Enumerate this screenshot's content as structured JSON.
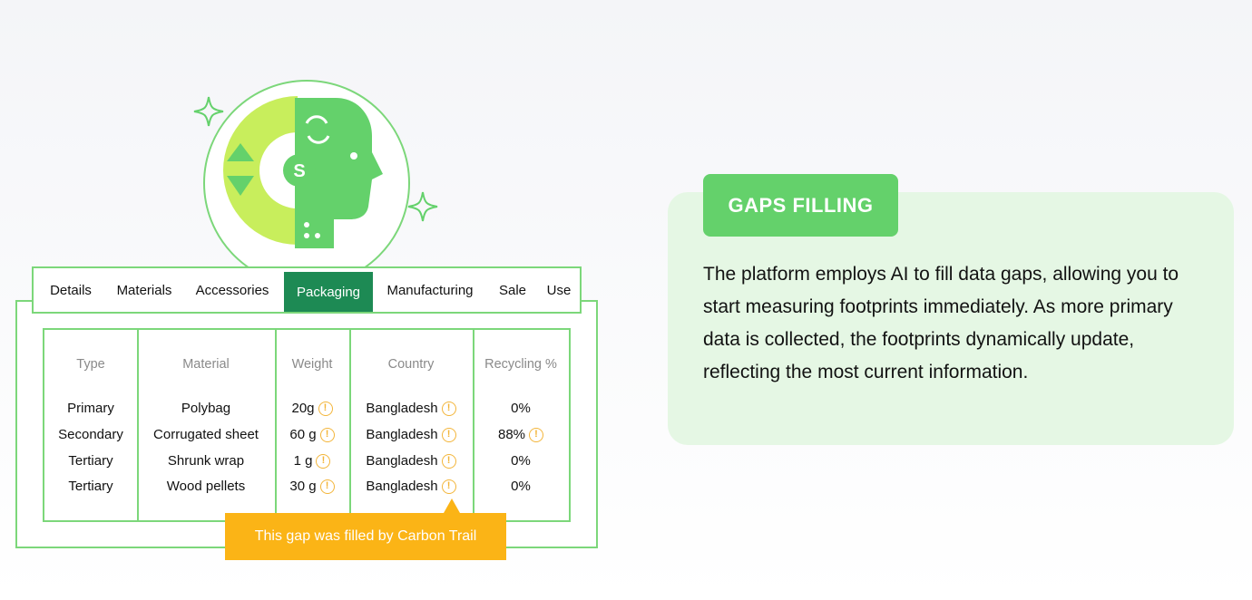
{
  "tabs": [
    "Details",
    "Materials",
    "Accessories",
    "Packaging",
    "Manufacturing",
    "Sale",
    "Use"
  ],
  "active_tab": "Packaging",
  "table": {
    "headers": [
      "Type",
      "Material",
      "Weight",
      "Country",
      "Recycling %"
    ],
    "rows": [
      {
        "type": "Primary",
        "material": "Polybag",
        "weight": "20g",
        "weight_filled": true,
        "country": "Bangladesh",
        "country_filled": true,
        "recycling": "0%",
        "recycling_filled": false
      },
      {
        "type": "Secondary",
        "material": "Corrugated sheet",
        "weight": "60 g",
        "weight_filled": true,
        "country": "Bangladesh",
        "country_filled": true,
        "recycling": "88%",
        "recycling_filled": true
      },
      {
        "type": "Tertiary",
        "material": "Shrunk wrap",
        "weight": "1 g",
        "weight_filled": true,
        "country": "Bangladesh",
        "country_filled": true,
        "recycling": "0%",
        "recycling_filled": false
      },
      {
        "type": "Tertiary",
        "material": "Wood pellets",
        "weight": "30 g",
        "weight_filled": true,
        "country": "Bangladesh",
        "country_filled": true,
        "recycling": "0%",
        "recycling_filled": false
      }
    ],
    "warning_glyph": "!"
  },
  "tooltip": "This gap was filled by Carbon Trail",
  "panel": {
    "badge": "GAPS FILLING",
    "text": "The platform employs AI to fill data gaps, allowing you to start measuring footprints immediately. As more primary data is collected, the footprints dynamically update, reflecting the most current information."
  },
  "colors": {
    "brand_green": "#64d16b",
    "active_tab": "#1d8a54",
    "border_green": "#7cd77a",
    "lime": "#c8ee5c",
    "warning": "#f3b53a",
    "tooltip": "#fbb416",
    "panel_bg": "#e5f7e4"
  },
  "icons": [
    "ai-head-icon",
    "sparkle-icon",
    "warning-icon"
  ]
}
